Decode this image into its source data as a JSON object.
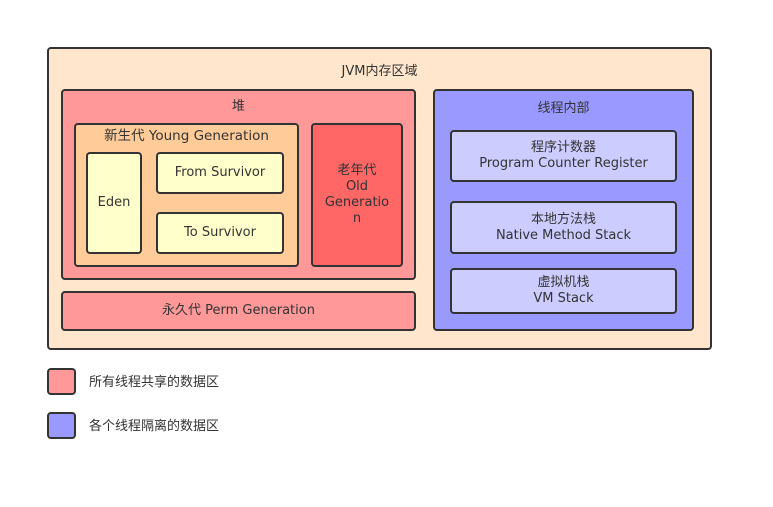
{
  "diagram": {
    "jvm_region": {
      "title": "JVM内存区域",
      "color": "#ffe6cc"
    },
    "heap": {
      "title": "堆",
      "color": "#ff9999",
      "young_generation": {
        "title": "新生代 Young Generation",
        "color": "#ffcc99",
        "eden": {
          "label": "Eden",
          "color": "#ffffcc"
        },
        "from_survivor": {
          "label": "From Survivor",
          "color": "#ffffcc"
        },
        "to_survivor": {
          "label": "To Survivor",
          "color": "#ffffcc"
        }
      },
      "old_generation": {
        "line1": "老年代",
        "line2": "Old",
        "line3": "Generatio",
        "line4": "n",
        "color": "#ff6666"
      }
    },
    "perm_generation": {
      "label": "永久代 Perm Generation",
      "color": "#ff9999"
    },
    "thread_private": {
      "title": "线程内部",
      "color": "#9999ff",
      "items": [
        {
          "cn": "程序计数器",
          "en": "Program Counter Register",
          "color": "#ccccff"
        },
        {
          "cn": "本地方法栈",
          "en": "Native Method Stack",
          "color": "#ccccff"
        },
        {
          "cn": "虚拟机栈",
          "en": "VM Stack",
          "color": "#ccccff"
        }
      ]
    }
  },
  "legend": [
    {
      "label": "所有线程共享的数据区",
      "color": "#ff9999"
    },
    {
      "label": "各个线程隔离的数据区",
      "color": "#9999ff"
    }
  ]
}
